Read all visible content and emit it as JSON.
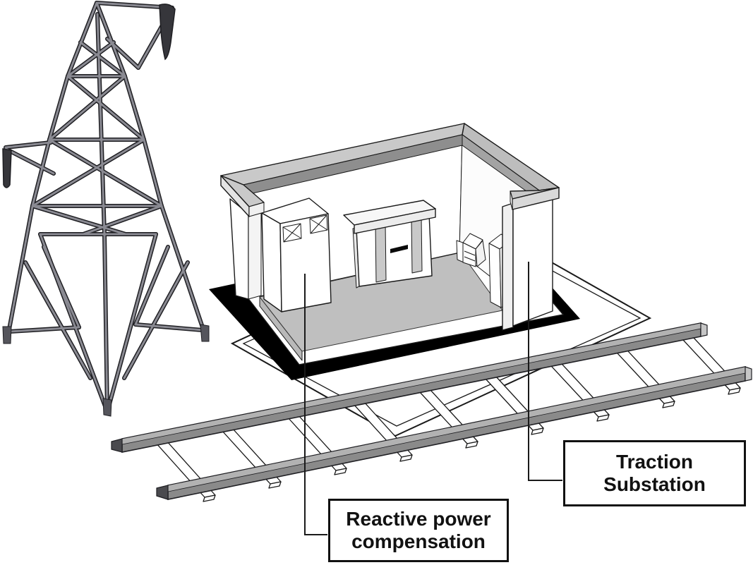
{
  "diagram": {
    "labels": {
      "reactive_power": {
        "line1": "Reactive power",
        "line2": "compensation"
      },
      "traction_substation": {
        "line1": "Traction",
        "line2": "Substation"
      }
    },
    "colors": {
      "background": "#ffffff",
      "outline": "#1a1a1a",
      "tower_member": "#8a8a92",
      "tower_dark": "#36363b",
      "building_base": "#000000",
      "floor": "#bfbfbf",
      "floor_side": "#b9b9b9",
      "roof_top": "#c9c9c9",
      "roof_inner_shadow": "#8e8e8e",
      "rail_front": "#8a8a8a",
      "rail_top": "#b2b2b2",
      "rail_end_dark": "#4a4a4e",
      "cabinet_panel": "#c9c9c9",
      "label_border": "#111111",
      "label_text": "#111111"
    },
    "icons": [
      "transmission-tower-icon",
      "substation-building-icon",
      "railway-track-icon"
    ]
  }
}
